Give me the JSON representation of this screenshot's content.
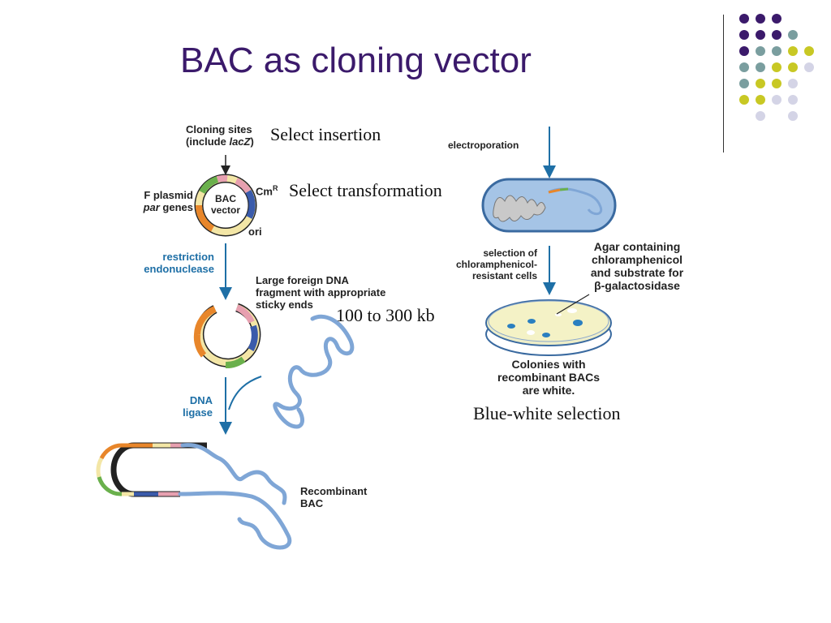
{
  "title": "BAC as cloning vector",
  "labels": {
    "cloning_sites_1": "Cloning sites",
    "cloning_sites_2a": "(include ",
    "cloning_sites_2b": "lacZ",
    "cloning_sites_2c": ")",
    "f_plasmid": "F plasmid",
    "par_genes_a": "par",
    "par_genes_b": " genes",
    "cm_r": "Cm",
    "cm_r_sup": "R",
    "bac_vector_1": "BAC",
    "bac_vector_2": "vector",
    "ori": "ori",
    "restriction_1": "restriction",
    "restriction_2": "endonuclease",
    "large_dna_1": "Large foreign DNA",
    "large_dna_2": "fragment with appropriate",
    "large_dna_3": "sticky ends",
    "dna_ligase_1": "DNA",
    "dna_ligase_2": "ligase",
    "recombinant_1": "Recombinant",
    "recombinant_2": "BAC",
    "electroporation": "electroporation",
    "selection_1": "selection of",
    "selection_2": "chloramphenicol-",
    "selection_3": "resistant cells",
    "agar_1": "Agar containing",
    "agar_2": "chloramphenicol",
    "agar_3": "and substrate for",
    "agar_4": "β-galactosidase",
    "colonies_1": "Colonies with",
    "colonies_2": "recombinant BACs",
    "colonies_3": "are white."
  },
  "annotations": {
    "select_insertion": "Select insertion",
    "select_transformation": "Select transformation",
    "size_range": "100 to 300 kb",
    "blue_white": "Blue-white selection"
  },
  "colors": {
    "title": "#3b1a6b",
    "arrow": "#1e6fa6",
    "dna": "#7fa6d6",
    "orange": "#e8862a",
    "green": "#6ab04c",
    "navy": "#3a5bab",
    "cream": "#f3e6a6",
    "pink": "#e7a0b0",
    "dot_purple": "#3b1a6b",
    "dot_teal": "#7a9e9f",
    "dot_yellow": "#c8c824",
    "dot_lavender": "#d4d4e6"
  }
}
